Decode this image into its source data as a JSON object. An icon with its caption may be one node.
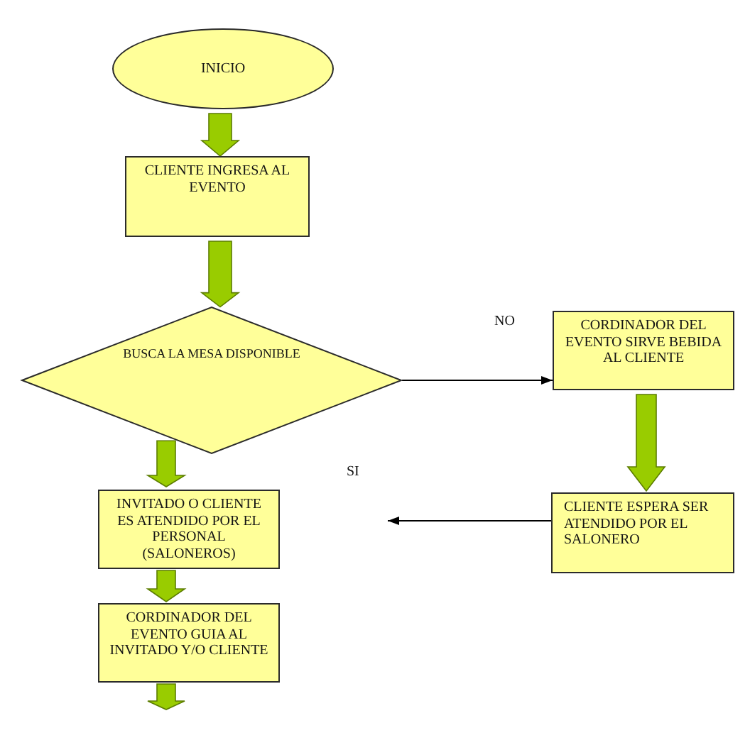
{
  "diagram": {
    "nodes": [
      {
        "text": [
          "INICIO"
        ]
      },
      {
        "text": [
          "CLIENTE INGRESA AL EVENTO"
        ]
      },
      {
        "text": [
          "BUSCA LA MESA DISPONIBLE"
        ]
      },
      {
        "text": [
          "CORDINADOR DEL EVENTO SIRVE BEBIDA AL CLIENTE"
        ]
      },
      {
        "text": [
          "INVITADO O CLIENTE ES ATENDIDO POR EL PERSONAL (SALONEROS)"
        ]
      },
      {
        "text": [
          "CLIENTE ESPERA SER ATENDIDO POR EL SALONERO"
        ]
      },
      {
        "text": [
          "CORDINADOR DEL EVENTO GUIA AL INVITADO Y/O CLIENTE"
        ]
      }
    ],
    "edges": [
      {
        "from": 0,
        "to": 1,
        "arrow": "to",
        "style": "thick"
      },
      {
        "from": 1,
        "to": 2,
        "arrow": "to",
        "style": "thick"
      },
      {
        "from": 2,
        "to": 3,
        "arrow": "to"
      },
      {
        "from": 2,
        "to": 4,
        "arrow": "to",
        "style": "thick"
      },
      {
        "from": 3,
        "to": 5,
        "arrow": "to",
        "style": "thick"
      },
      {
        "from": 5,
        "to": null,
        "arrow": "to"
      },
      {
        "from": 4,
        "to": 6,
        "arrow": "to",
        "style": "thick"
      },
      {
        "from": 6,
        "to": null,
        "arrow": "to",
        "style": "thick"
      }
    ],
    "labels": [
      "NO",
      "SI"
    ]
  }
}
